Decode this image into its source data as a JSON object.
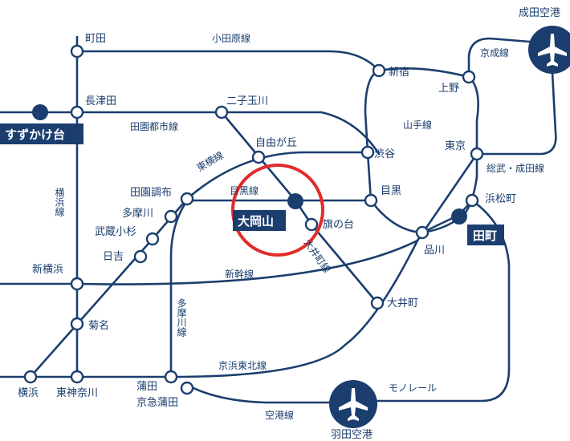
{
  "colors": {
    "line": "#1b3e6e",
    "highlight": "#e32b2b",
    "background": "#ffffff"
  },
  "lines": {
    "odakyu": "小田原線",
    "denentoshi": "田園都市線",
    "toyoko": "東横線",
    "meguro": "目黒線",
    "oimachi": "大井町線",
    "yokohama": "横浜線",
    "shinkansen": "新幹線",
    "tamagawa": "多摩川線",
    "keihin_tohoku": "京浜東北線",
    "kuko": "空港線",
    "monorail": "モノレール",
    "yamanote": "山手線",
    "sobu": "総武・成田線",
    "keisei": "京成線"
  },
  "stations": {
    "machida": "町田",
    "nagatsuta": "長津田",
    "futakotamagawa": "二子玉川",
    "jiyugaoka": "自由が丘",
    "shibuya": "渋谷",
    "shinjuku": "新宿",
    "ueno": "上野",
    "tokyo": "東京",
    "hamamatsucho": "浜松町",
    "meguro": "目黒",
    "denenchofu": "田園調布",
    "tamagawa": "多摩川",
    "musashikosugi": "武蔵小杉",
    "hiyoshi": "日吉",
    "shinyokohama": "新横浜",
    "kikuna": "菊名",
    "yokohama": "横浜",
    "higashikanagawa": "東神奈川",
    "kamata": "蒲田",
    "keikyukamata": "京急蒲田",
    "hatanodai": "旗の台",
    "shinagawa": "品川",
    "oimachi": "大井町"
  },
  "highlight_stations": {
    "suzukakedai": "すずかけ台",
    "ookayama": "大岡山",
    "tamachi": "田町"
  },
  "airports": {
    "narita": "成田空港",
    "haneda": "羽田空港"
  },
  "icons": {
    "airport": "airplane-icon"
  }
}
